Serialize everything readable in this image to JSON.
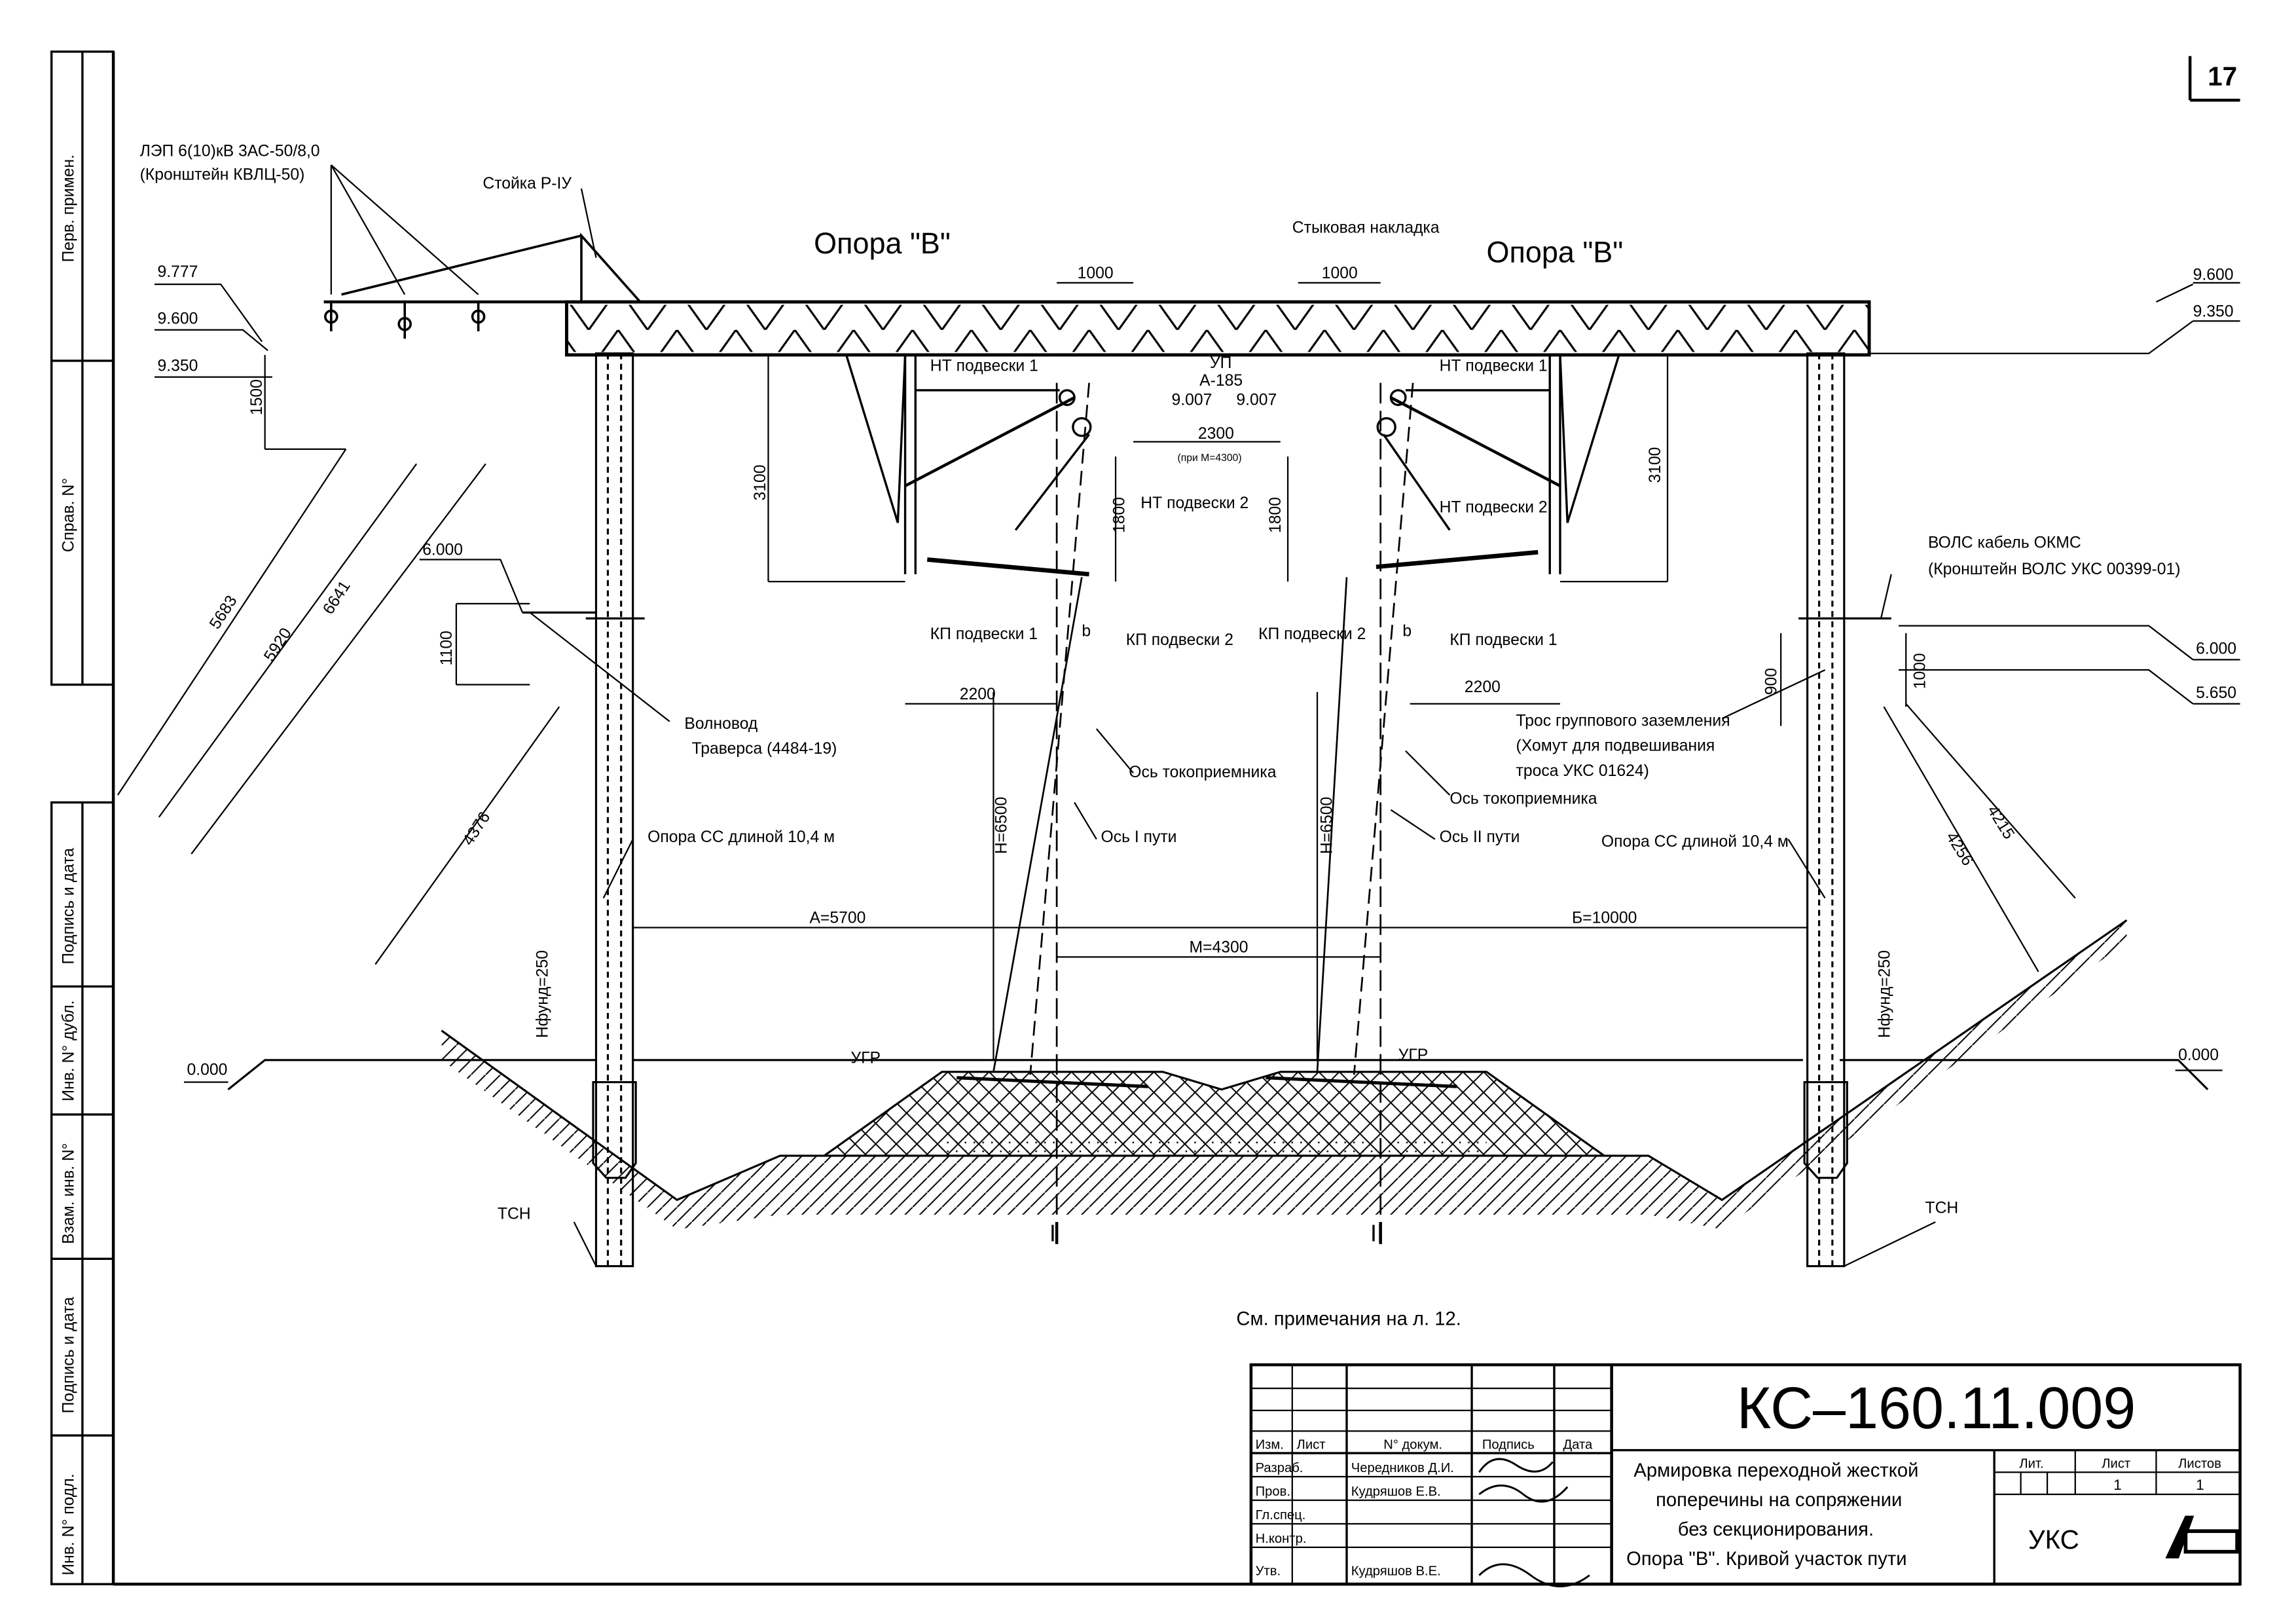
{
  "sheet": {
    "page_number": "17",
    "note": "См. примечания на л. 12."
  },
  "side_stamp": [
    "Перв. примен.",
    "Справ. N°",
    "Подпись и дата",
    "Инв. N° дубл.",
    "Взам. инв. N°",
    "Подпись и дата",
    "Инв. N° подл."
  ],
  "labels": {
    "support_left": "Опора \"В\"",
    "support_right": "Опора \"В\"",
    "power_line": "ЛЭП 6(10)кВ 3АС-50/8,0",
    "power_bracket": "(Кронштейн КВЛЦ-50)",
    "post": "Стойка Р-IУ",
    "joint_plate": "Стыковая накладка",
    "waveguide": "Волновод",
    "traverse": "Траверса (4484-19)",
    "pole_left": "Опора СС длиной 10,4 м",
    "pole_right": "Опора СС длиной 10,4 м",
    "fiber": "ВОЛС кабель ОКМС",
    "fiber_bracket": "(Кронштейн ВОЛС УКС 00399-01)",
    "ground_cable": "Трос группового заземления",
    "ground_clamp_1": "(Хомут для подвешивания",
    "ground_clamp_2": "троса УКС 01624)",
    "nt1": "НТ подвески 1",
    "nt2": "НТ подвески 2",
    "kp1": "КП подвески 1",
    "kp2": "КП подвески 2",
    "pantograph_axis": "Ось токоприемника",
    "track1_axis": "Ось I пути",
    "track2_axis": "Ось II пути",
    "up": "УП",
    "a185": "А-185",
    "ugr": "УГР",
    "tsn": "ТСН",
    "b_mark": "b",
    "track1": "I",
    "track2": "II"
  },
  "levels": {
    "l9777": "9.777",
    "l9600": "9.600",
    "l9350": "9.350",
    "r9600": "9.600",
    "r9350": "9.350",
    "l6000": "6.000",
    "r6000": "6.000",
    "r5650": "5.650",
    "l0": "0.000",
    "r0": "0.000"
  },
  "dims": {
    "d1000a": "1000",
    "d1000b": "1000",
    "d9007a": "9.007",
    "d9007b": "9.007",
    "d2300": "2300",
    "d2300note": "(при М=4300)",
    "d3100a": "3100",
    "d3100b": "3100",
    "d1800a": "1800",
    "d1800b": "1800",
    "d2200a": "2200",
    "d2200b": "2200",
    "d1500": "1500",
    "d1100": "1100",
    "d900": "900",
    "d1000c": "1000",
    "d5683": "5683",
    "d5920": "5920",
    "d6641": "6641",
    "d4376": "4376",
    "d4215": "4215",
    "d4256": "4256",
    "h6500a": "H=6500",
    "h6500b": "H=6500",
    "a5700": "А=5700",
    "b10000": "Б=10000",
    "m4300": "М=4300",
    "hfund_l": "Нфунд=250",
    "hfund_r": "Нфунд=250"
  },
  "title_block": {
    "code": "КС–160.11.009",
    "title_lines": [
      "Армировка переходной жесткой",
      "поперечины на сопряжении",
      "без секционирования.",
      "Опора \"В\". Кривой участок пути"
    ],
    "col_headers": [
      "Изм.",
      "Лист",
      "N° докум.",
      "Подпись",
      "Дата"
    ],
    "rows": [
      {
        "role": "Разраб.",
        "name": "Чередников Д.И."
      },
      {
        "role": "Пров.",
        "name": "Кудряшов Е.В."
      },
      {
        "role": "Гл.спец.",
        "name": ""
      },
      {
        "role": "Н.контр.",
        "name": ""
      },
      {
        "role": "Утв.",
        "name": "Кудряшов В.Е."
      }
    ],
    "lit_label": "Лит.",
    "sheet_label": "Лист",
    "sheets_label": "Листов",
    "sheet_value": "1",
    "sheets_value": "1",
    "org": "УКС"
  },
  "colors": {
    "ink": "#000000",
    "paper": "#ffffff"
  }
}
